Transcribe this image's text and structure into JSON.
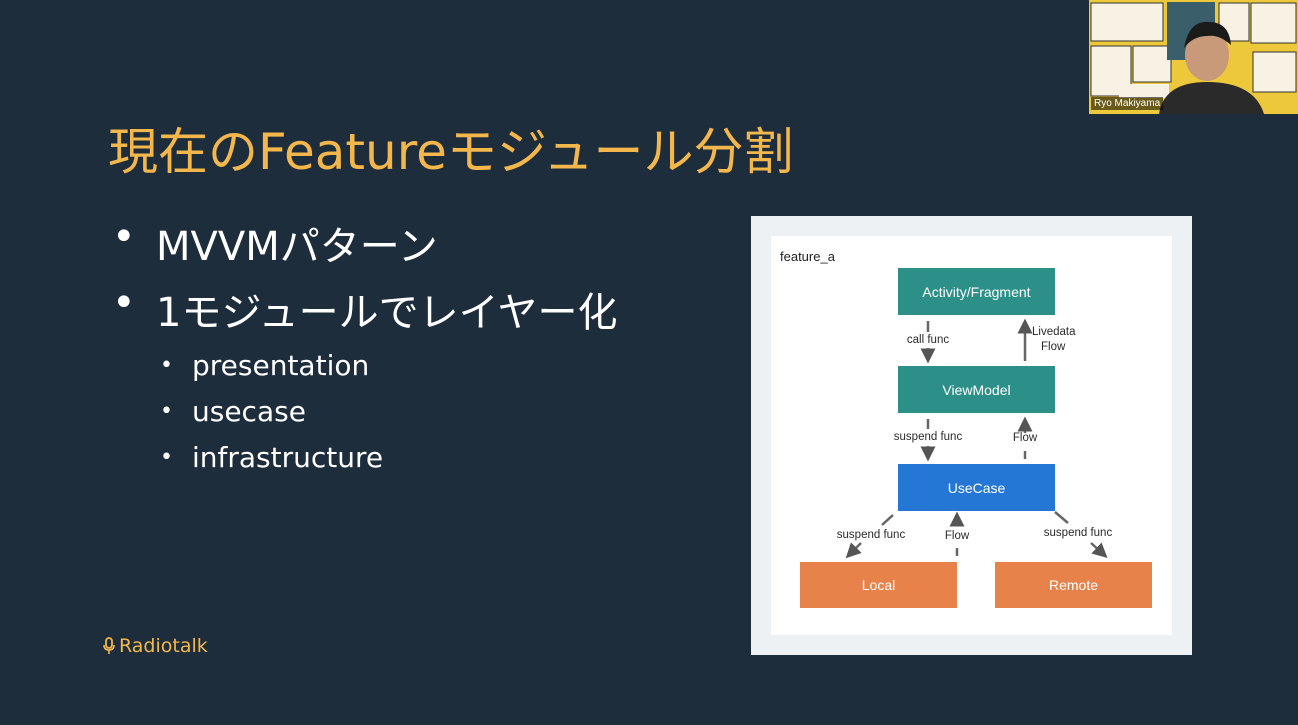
{
  "slide": {
    "title": "現在のFeatureモジュール分割",
    "bullets": [
      "MVVMパターン",
      "1モジュールでレイヤー化"
    ],
    "sub_bullets": [
      "presentation",
      "usecase",
      "infrastructure"
    ],
    "bullet_glyph": "•",
    "logo_text": "Radiotalk",
    "logo_icon": "microphone-icon"
  },
  "diagram": {
    "package_label": "feature_a",
    "nodes": {
      "activity": "Activity/Fragment",
      "viewmodel": "ViewModel",
      "usecase": "UseCase",
      "local": "Local",
      "remote": "Remote"
    },
    "edges": {
      "call_func": "call func",
      "livedata": "Livedata",
      "livedata_flow": "Flow",
      "suspend_vm": "suspend func",
      "flow_vm": "Flow",
      "suspend_local": "suspend func",
      "flow_local": "Flow",
      "suspend_remote": "suspend func"
    },
    "colors": {
      "teal": "#2c8f88",
      "blue": "#2577d6",
      "orange": "#e6824a",
      "arrow": "#555555"
    }
  },
  "webcam": {
    "participant_name": "Ryo Makiyama"
  },
  "theme": {
    "background": "#1e2d3b",
    "title_color": "#f3b74b",
    "text_color": "#ffffff"
  }
}
